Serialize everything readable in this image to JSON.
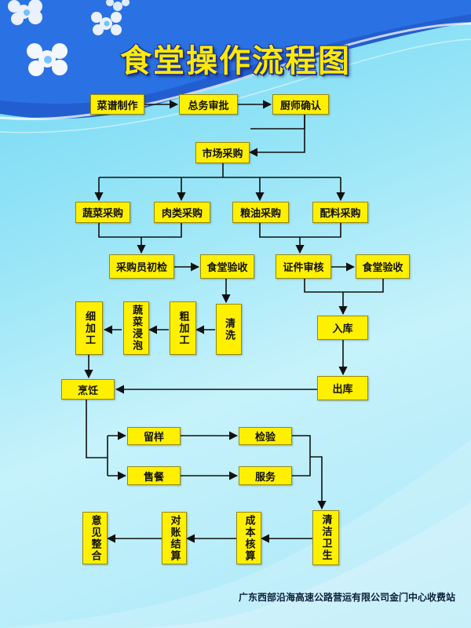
{
  "title": "食堂操作流程图",
  "steps": {
    "menu": "菜谱制作",
    "approval": "总务审批",
    "chef_confirm": "厨师确认",
    "market": "市场采购",
    "veg": "蔬菜采购",
    "meat": "肉类采购",
    "grain": "粮油采购",
    "ingredients": "配料采购",
    "buyer_check": "采购员初检",
    "canteen_check_1": "食堂验收",
    "cert_review": "证件审核",
    "canteen_check_2": "食堂验收",
    "fine": "细加工",
    "soak": "蔬菜浸泡",
    "rough": "粗加工",
    "wash": "清洗",
    "storage_in": "入库",
    "cook": "烹饪",
    "storage_out": "出库",
    "sample": "留样",
    "inspect": "检验",
    "sell": "售餐",
    "service": "服务",
    "clean": "清洁卫生",
    "cost": "成本核算",
    "accounts": "对账结算",
    "feedback": "意见整合"
  },
  "footer": "广东西部沿海高速公路营运有限公司金门中心收费站",
  "colors": {
    "box": "#fff000",
    "arrow": "#111111",
    "title": "#ffea00"
  }
}
